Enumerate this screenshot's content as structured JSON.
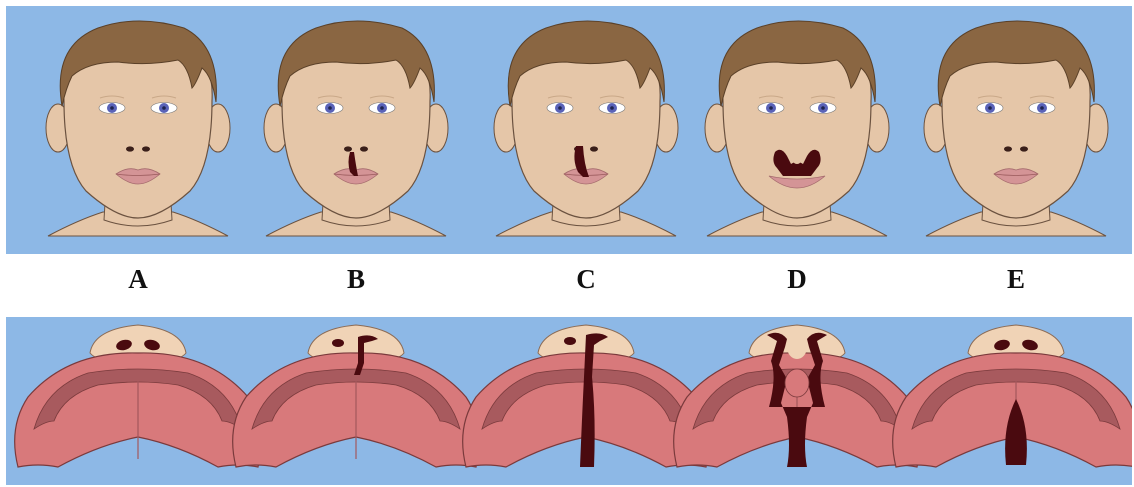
{
  "panels": [
    {
      "label": "A",
      "type": "normal"
    },
    {
      "label": "B",
      "type": "unilateral-incomplete-lip"
    },
    {
      "label": "C",
      "type": "unilateral-complete-lip-palate"
    },
    {
      "label": "D",
      "type": "bilateral-complete-lip-palate"
    },
    {
      "label": "E",
      "type": "isolated-cleft-palate"
    }
  ],
  "colors": {
    "background": "#8db8e6",
    "skin": "#e5c6a8",
    "hair": "#8a6642",
    "iris": "#5a63b8",
    "lip": "#d49496",
    "cleft": "#4a0a0f",
    "palate_outer": "#d8797b",
    "palate_inner": "#c86a6e",
    "palate_ridge": "#a85a5e",
    "nose_base": "#f0d3b6"
  }
}
